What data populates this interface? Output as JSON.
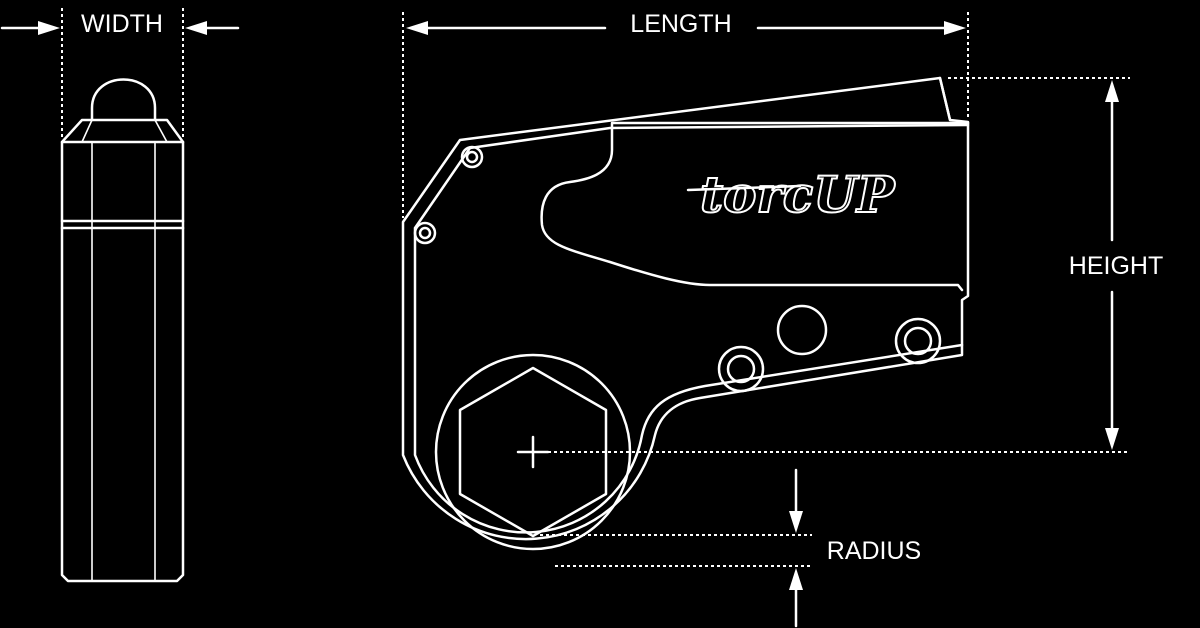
{
  "colors": {
    "background": "#000000",
    "line": "#ffffff"
  },
  "labels": {
    "width": "WIDTH",
    "length": "LENGTH",
    "height": "HEIGHT",
    "radius": "RADIUS"
  },
  "logo": {
    "text": "torcUP"
  }
}
